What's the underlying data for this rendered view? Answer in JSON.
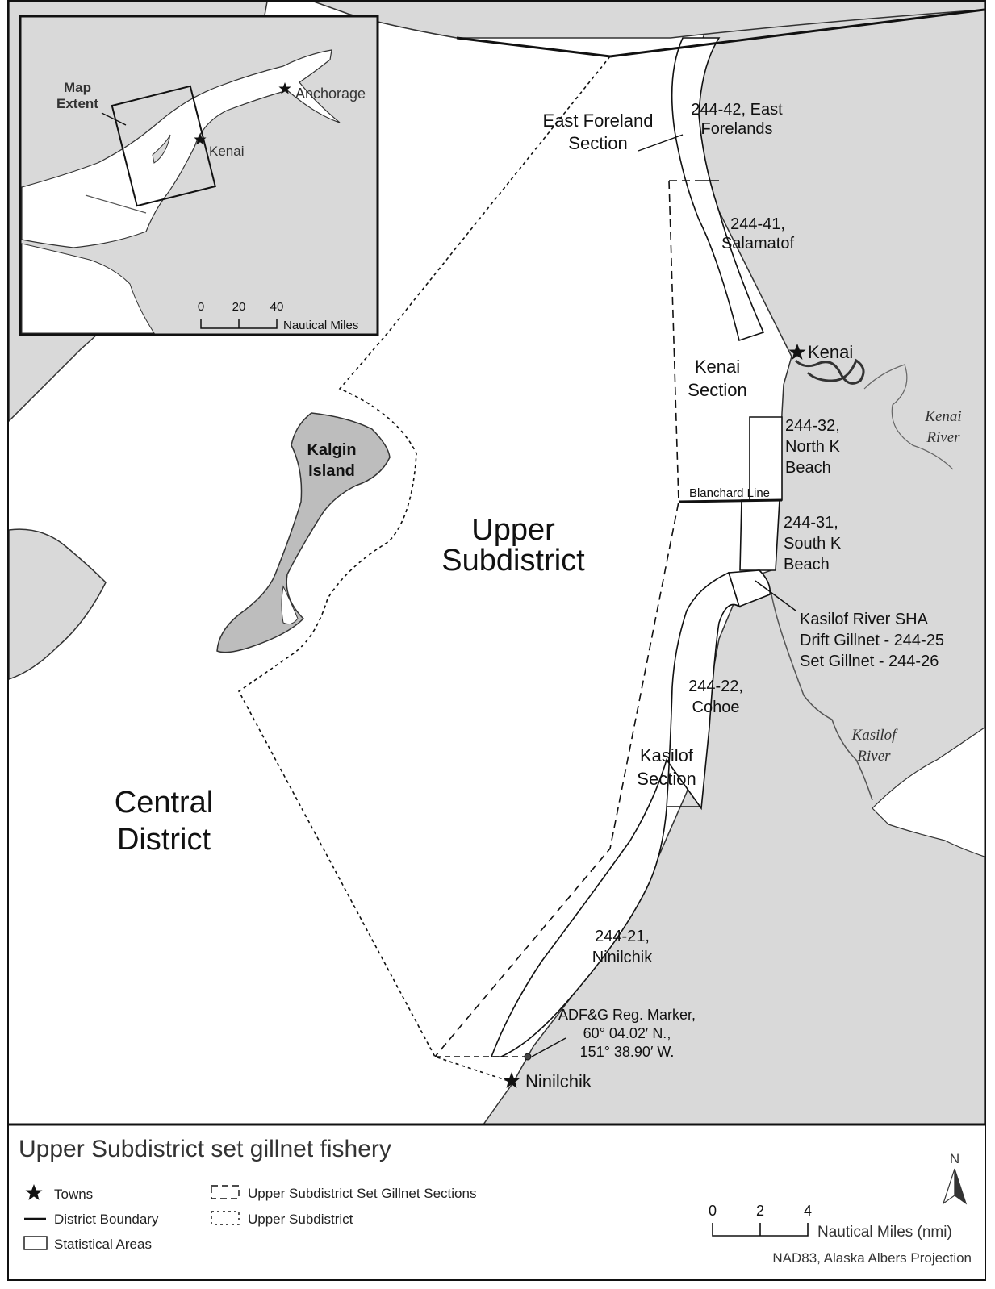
{
  "map": {
    "title": "Upper Subdistrict set gillnet fishery",
    "colors": {
      "land": "#d9d9d9",
      "water": "#ffffff",
      "line": "#111111"
    },
    "labels": {
      "east_foreland_section": [
        "East Foreland",
        "Section"
      ],
      "area_244_42": [
        "244-42, East",
        "Forelands"
      ],
      "area_244_41": [
        "244-41,",
        "Salamatof"
      ],
      "kenai_town": "Kenai",
      "kenai_section": [
        "Kenai",
        "Section"
      ],
      "area_244_32": [
        "244-32,",
        "North K",
        "Beach"
      ],
      "kenai_river": [
        "Kenai",
        "River"
      ],
      "kalgin_island": [
        "Kalgin",
        "Island"
      ],
      "blanchard_line": "Blanchard Line",
      "area_244_31": [
        "244-31,",
        "South K",
        "Beach"
      ],
      "upper_subdistrict": [
        "Upper",
        "Subdistrict"
      ],
      "kasilof_sha": [
        "Kasilof River SHA",
        "Drift Gillnet - 244-25",
        "Set Gillnet - 244-26"
      ],
      "area_244_22": [
        "244-22,",
        "Cohoe"
      ],
      "kasilof_river": [
        "Kasilof",
        "River"
      ],
      "kasilof_section": [
        "Kasilof",
        "Section"
      ],
      "central_district": [
        "Central",
        "District"
      ],
      "area_244_21": [
        "244-21,",
        "Ninilchik"
      ],
      "marker": [
        "ADF&G Reg. Marker,",
        "60° 04.02′ N.,",
        "151° 38.90′ W."
      ],
      "ninilchik_town": "Ninilchik"
    },
    "inset": {
      "map_extent": [
        "Map",
        "Extent"
      ],
      "anchorage": "Anchorage",
      "kenai": "Kenai",
      "scale_ticks": [
        "0",
        "20",
        "40"
      ],
      "scale_units": "Nautical Miles"
    }
  },
  "legend": {
    "towns": "Towns",
    "district_boundary": "District Boundary",
    "statistical_areas": "Statistical Areas",
    "set_gillnet_sections": "Upper Subdistrict Set Gillnet Sections",
    "upper_subdistrict": "Upper Subdistrict",
    "north_arrow": "N",
    "scale_ticks": [
      "0",
      "2",
      "4"
    ],
    "scale_units": "Nautical Miles (nmi)",
    "projection": "NAD83, Alaska Albers Projection"
  }
}
